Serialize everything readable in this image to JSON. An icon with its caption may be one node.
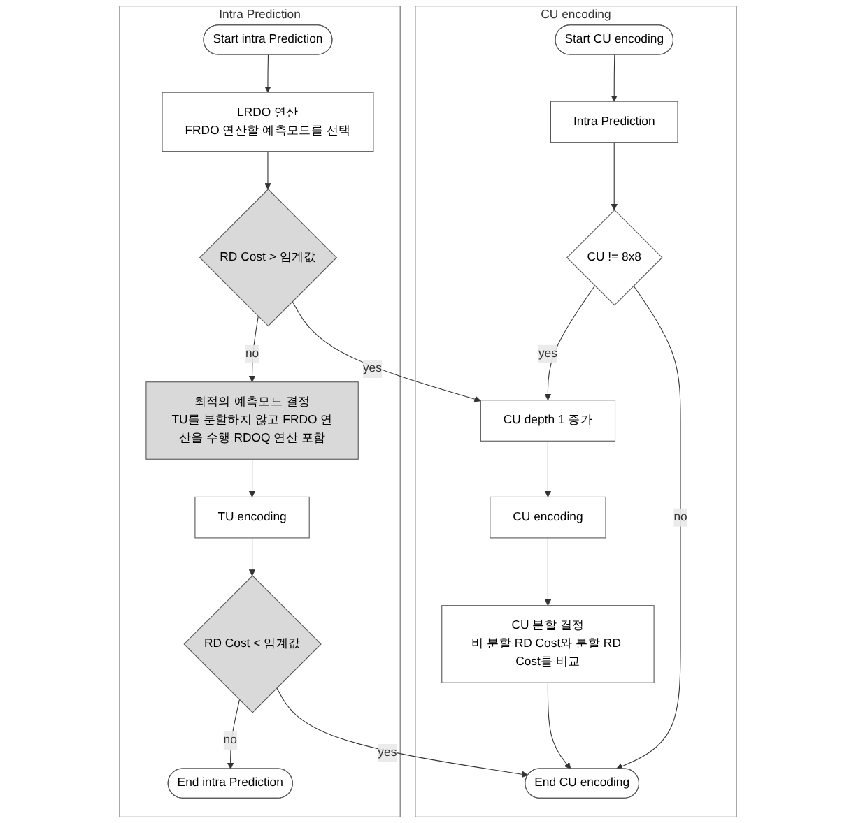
{
  "diagram": {
    "nodes": [
      {
        "text": [
          "CU encoding"
        ]
      },
      {
        "text": [
          "Start CU encoding"
        ],
        "in": 0
      },
      {
        "text": [
          "Intra Prediction"
        ],
        "in": 0
      },
      {
        "text": [
          "CU != 8x8"
        ],
        "in": 0
      },
      {
        "text": [
          "CU depth 1 증가"
        ],
        "in": 0
      },
      {
        "text": [
          "CU encoding"
        ],
        "in": 0
      },
      {
        "text": [
          "CU 분할 결정",
          "비 분할 RD Cost와 분할 RD Cost를 비교"
        ],
        "in": 0
      },
      {
        "text": [
          "End CU encoding"
        ],
        "in": 0
      },
      {
        "text": [
          "Intra Prediction"
        ]
      },
      {
        "text": [
          "Start intra Prediction"
        ],
        "in": 8
      },
      {
        "text": [
          "LRDO 연산",
          "FRDO 연산할 예측모드를 선택"
        ],
        "in": 8
      },
      {
        "text": [
          "RD Cost > 임계값"
        ],
        "in": 8
      },
      {
        "text": [
          "최적의 예측모드 결정",
          "TU를 분할하지 않고 FRDO 연산을 수행 RDOQ 연산 포함"
        ],
        "in": 8
      },
      {
        "text": [
          "TU encoding"
        ],
        "in": 8
      },
      {
        "text": [
          "RD Cost < 임계값"
        ],
        "in": 8
      },
      {
        "text": [
          "End intra Prediction"
        ],
        "in": 8
      }
    ],
    "edges": [
      {
        "from": 1,
        "to": 2,
        "arrow": "to"
      },
      {
        "from": 2,
        "to": 3,
        "arrow": "to"
      },
      {
        "from": 3,
        "to": 4,
        "arrow": "to",
        "label": "yes"
      },
      {
        "from": 3,
        "to": 7,
        "arrow": "to",
        "label": "no"
      },
      {
        "from": 4,
        "to": 5,
        "arrow": "to"
      },
      {
        "from": 5,
        "to": 6,
        "arrow": "to"
      },
      {
        "from": 6,
        "to": 7,
        "arrow": "to"
      },
      {
        "from": 9,
        "to": 10,
        "arrow": "to"
      },
      {
        "from": 10,
        "to": 11,
        "arrow": "to"
      },
      {
        "from": 11,
        "to": 4,
        "arrow": "to",
        "label": "yes"
      },
      {
        "from": 11,
        "to": 12,
        "arrow": "to",
        "label": "no"
      },
      {
        "from": 12,
        "to": 13,
        "arrow": "to"
      },
      {
        "from": 13,
        "to": 14,
        "arrow": "to"
      },
      {
        "from": 14,
        "to": 7,
        "arrow": "to",
        "label": "yes"
      },
      {
        "from": 14,
        "to": 15,
        "arrow": "to",
        "label": "no"
      }
    ]
  }
}
